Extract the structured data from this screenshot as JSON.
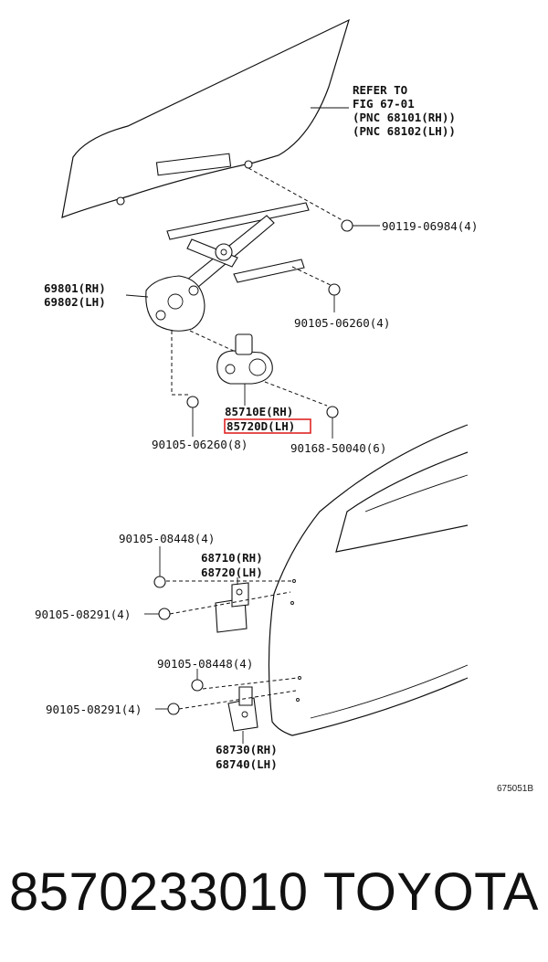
{
  "refer": {
    "line1": "REFER TO",
    "line2": "FIG 67-01",
    "line3": "(PNC 68101(RH))",
    "line4": "(PNC 68102(LH))"
  },
  "labels": {
    "bolt_90119": "90119-06984(4)",
    "reg_rh": "69801(RH)",
    "reg_lh": "69802(LH)",
    "bolt_90105_06260_4": "90105-06260(4)",
    "motor_rh": "85710E(RH)",
    "motor_lh": "85720D(LH)",
    "bolt_90105_06260_8": "90105-06260(8)",
    "bolt_90168": "90168-50040(6)",
    "bolt_08448_upper": "90105-08448(4)",
    "hinge_upper_rh": "68710(RH)",
    "hinge_upper_lh": "68720(LH)",
    "bolt_08291_upper": "90105-08291(4)",
    "bolt_08448_lower": "90105-08448(4)",
    "bolt_08291_lower": "90105-08291(4)",
    "hinge_lower_rh": "68730(RH)",
    "hinge_lower_lh": "68740(LH)",
    "figure_code": "675051B"
  },
  "footer": {
    "part_number": "8570233010",
    "brand": "TOYOTA"
  },
  "colors": {
    "highlight": "#e02424",
    "ink": "#111111"
  }
}
